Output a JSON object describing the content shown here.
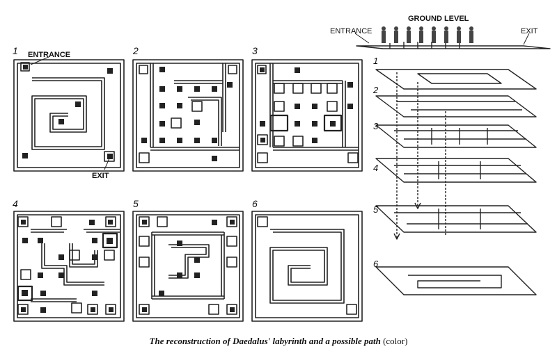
{
  "labels": {
    "entrance": "ENTRANCE",
    "exit": "EXIT",
    "ground_level": "GROUND LEVEL"
  },
  "levels": [
    "1",
    "2",
    "3",
    "4",
    "5",
    "6"
  ],
  "caption": {
    "main": "The reconstruction of Daedalus' labyrinth and a possible path",
    "suffix": "(color)"
  }
}
